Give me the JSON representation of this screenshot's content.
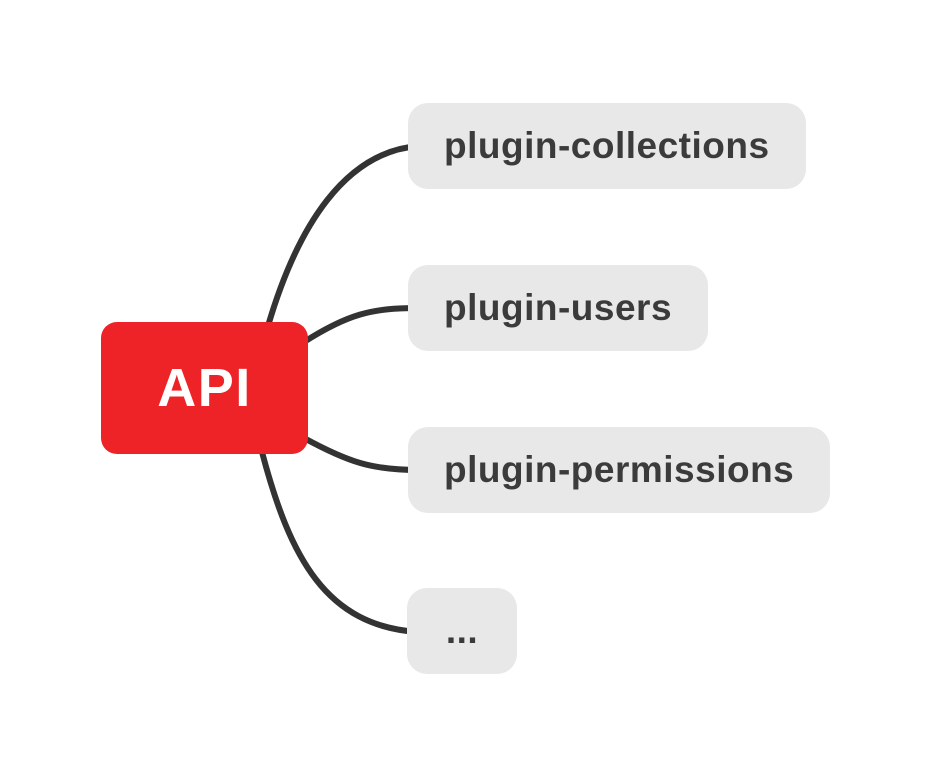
{
  "diagram": {
    "type": "mindmap",
    "root": {
      "label": "API"
    },
    "children": [
      {
        "label": "plugin-collections"
      },
      {
        "label": "plugin-users"
      },
      {
        "label": "plugin-permissions"
      },
      {
        "label": "..."
      }
    ]
  },
  "colors": {
    "background": "#ffffff",
    "root-bg": "#ee2328",
    "root-text": "#ffffff",
    "node-bg": "#e8e8e8",
    "node-text": "#3b3b3b",
    "connector": "#333333"
  }
}
